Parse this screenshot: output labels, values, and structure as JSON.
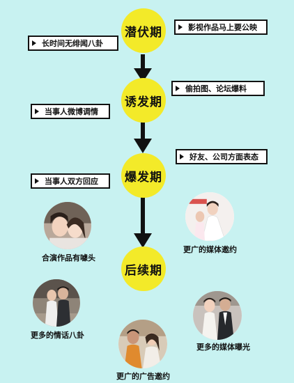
{
  "phases": [
    {
      "label": "潜伏期"
    },
    {
      "label": "诱发期"
    },
    {
      "label": "爆发期"
    },
    {
      "label": "后续期"
    }
  ],
  "notes": {
    "latent_right": "影视作品马上要公映",
    "latent_left": "长时间无绯闻八卦",
    "trigger_right": "偷拍图、论坛爆料",
    "trigger_left": "当事人微博调情",
    "outbreak_right": "好友、公司方面表态",
    "outbreak_left": "当事人双方回应"
  },
  "photos": [
    {
      "caption": "合演作品有噱头"
    },
    {
      "caption": "更广的媒体邀约"
    },
    {
      "caption": "更多的情话八卦"
    },
    {
      "caption": "更多的媒体曝光"
    },
    {
      "caption": "更广的广告邀约"
    }
  ],
  "colors": {
    "background": "#c8f2f1",
    "phase_circle": "#f3ea29",
    "arrow": "#111111"
  }
}
